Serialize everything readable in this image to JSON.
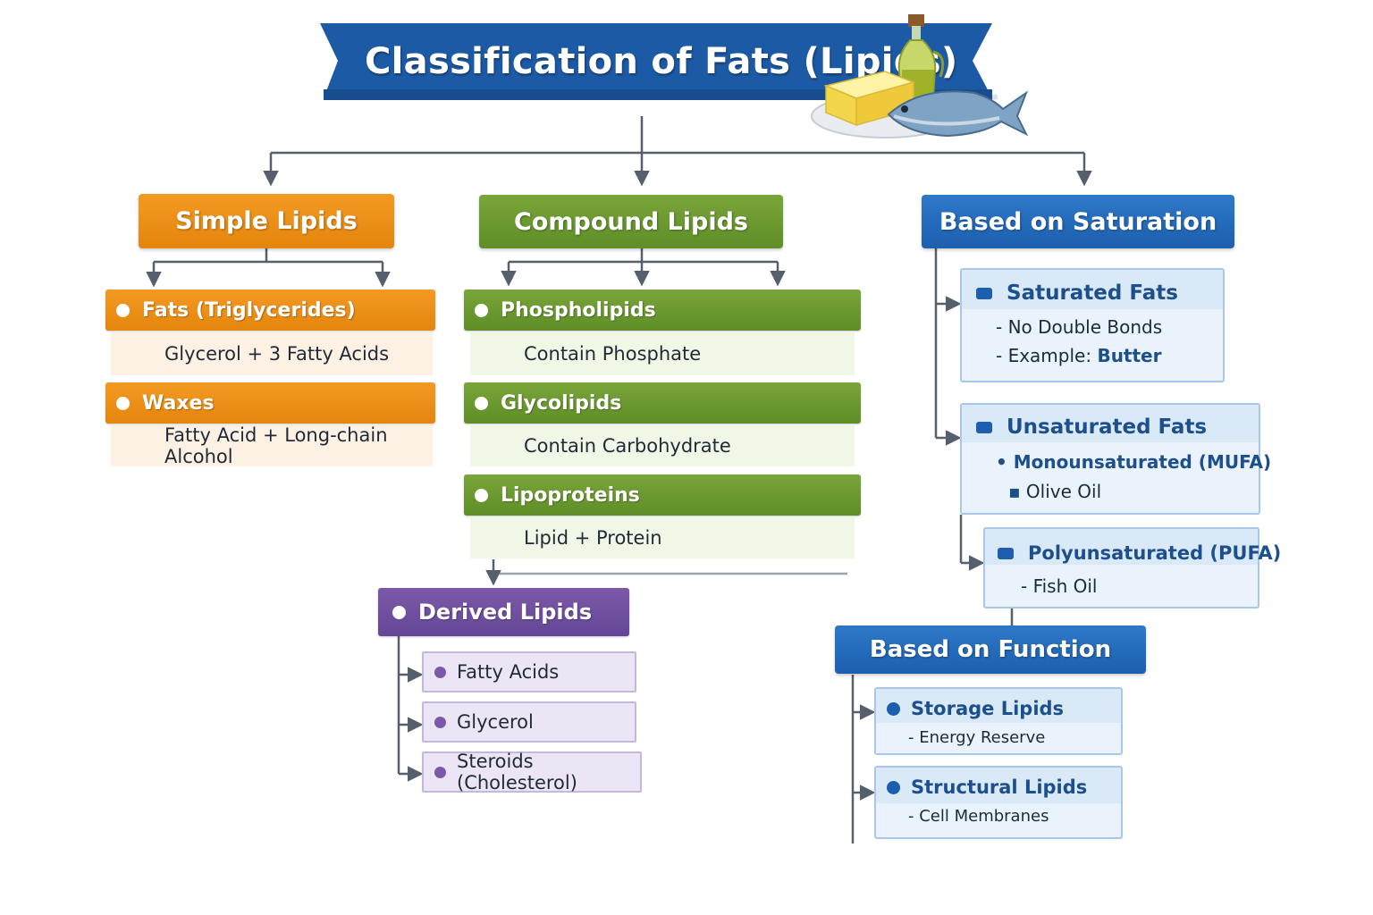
{
  "title": "Classification of Fats (Lipids)",
  "colors": {
    "title_banner": "#1d5aa6",
    "simple": "#ee8f17",
    "compound": "#6a9a2f",
    "saturation": "#2468b8",
    "derived": "#6f4e9f",
    "connector": "#56606c"
  },
  "illustration": [
    "olive-oil-bottle",
    "butter-block",
    "fish"
  ],
  "simple": {
    "label": "Simple Lipids",
    "items": [
      {
        "label": "Fats (Triglycerides)",
        "detail": "Glycerol + 3 Fatty Acids"
      },
      {
        "label": "Waxes",
        "detail": "Fatty Acid + Long-chain Alcohol"
      }
    ]
  },
  "compound": {
    "label": "Compound Lipids",
    "items": [
      {
        "label": "Phospholipids",
        "detail": "Contain Phosphate"
      },
      {
        "label": "Glycolipids",
        "detail": "Contain Carbohydrate"
      },
      {
        "label": "Lipoproteins",
        "detail": "Lipid + Protein"
      }
    ]
  },
  "derived": {
    "label": "Derived Lipids",
    "items": [
      "Fatty Acids",
      "Glycerol",
      "Steroids (Cholesterol)"
    ]
  },
  "saturation": {
    "label": "Based on Saturation",
    "saturated": {
      "label": "Saturated Fats",
      "line1": "No Double Bonds",
      "line2_prefix": "Example: ",
      "line2_bold": "Butter"
    },
    "unsaturated": {
      "label": "Unsaturated Fats",
      "mufa": "Monounsaturated (MUFA)",
      "mufa_example": "Olive Oil",
      "pufa": "Polyunsaturated (PUFA)",
      "pufa_example": "Fish Oil"
    }
  },
  "function": {
    "label": "Based on Function",
    "items": [
      {
        "label": "Storage Lipids",
        "detail": "Energy Reserve"
      },
      {
        "label": "Structural Lipids",
        "detail": "Cell Membranes"
      }
    ]
  }
}
